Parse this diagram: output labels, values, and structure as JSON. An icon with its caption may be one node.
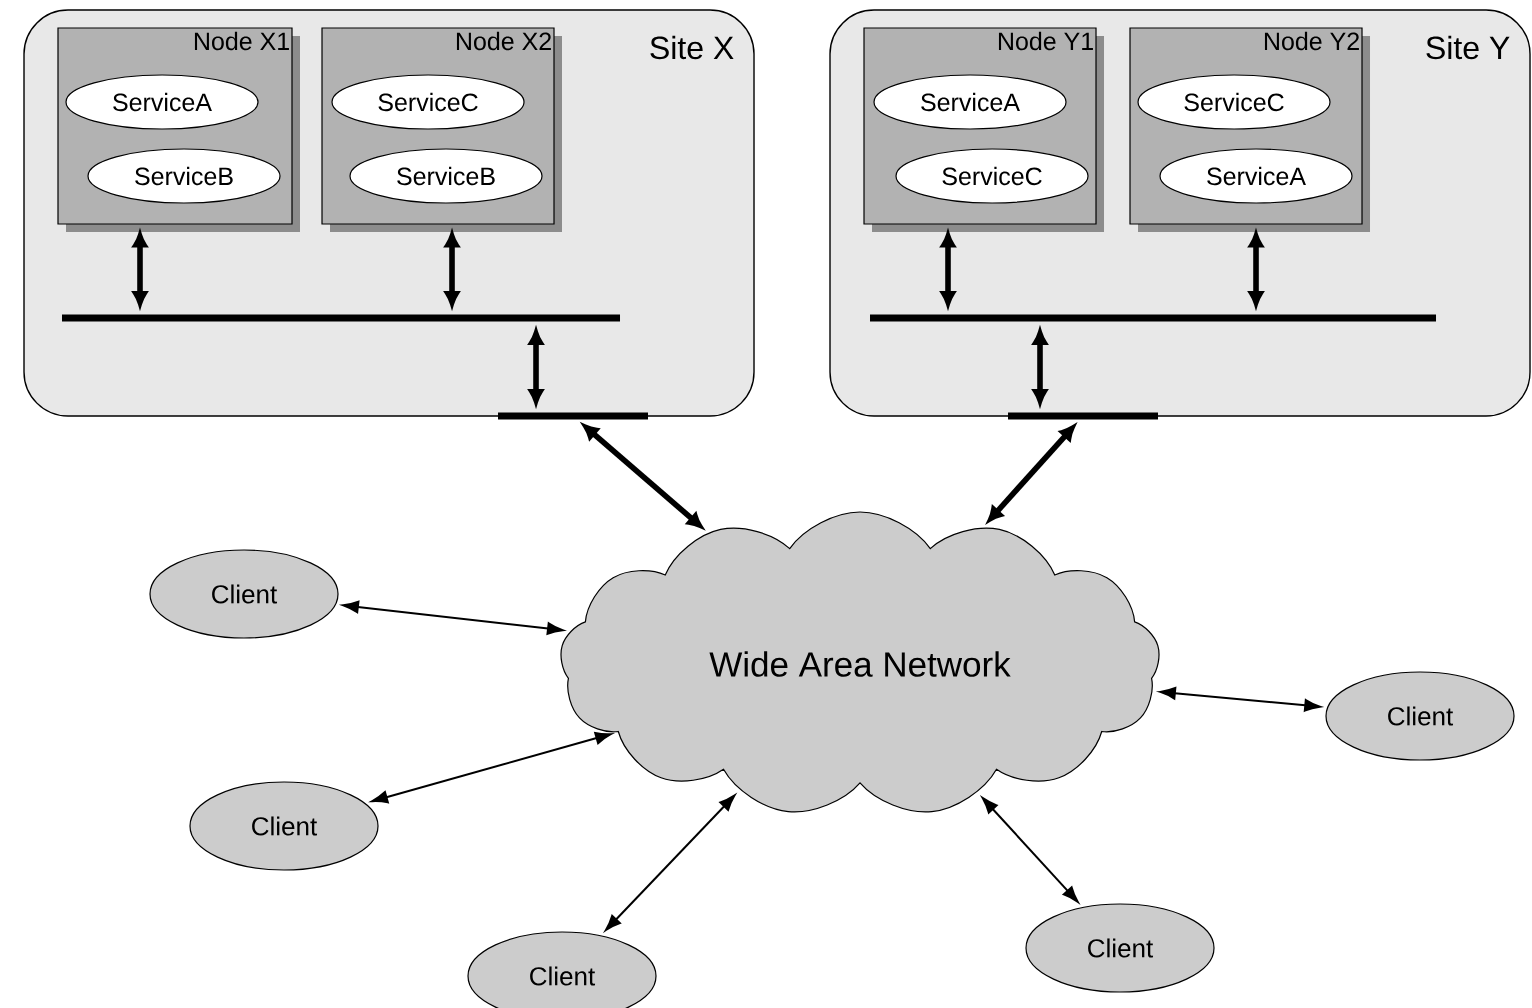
{
  "diagram": {
    "nodes": [
      {
        "text": [
          "Site X"
        ]
      },
      {
        "text": [
          "Node X1"
        ],
        "in": 0
      },
      {
        "text": [
          "ServiceA"
        ],
        "in": 1
      },
      {
        "text": [
          "ServiceB"
        ],
        "in": 1
      },
      {
        "text": [
          "Node X2"
        ],
        "in": 0
      },
      {
        "text": [
          "ServiceC"
        ],
        "in": 4
      },
      {
        "text": [
          "ServiceB"
        ],
        "in": 4
      },
      {
        "text": [],
        "shape": "bar",
        "in": 0
      },
      {
        "text": [],
        "shape": "bar"
      },
      {
        "text": [
          "Site Y"
        ]
      },
      {
        "text": [
          "Node Y1"
        ],
        "in": 9
      },
      {
        "text": [
          "ServiceA"
        ],
        "in": 10
      },
      {
        "text": [
          "ServiceC"
        ],
        "in": 10
      },
      {
        "text": [
          "Node Y2"
        ],
        "in": 9
      },
      {
        "text": [
          "ServiceC"
        ],
        "in": 13
      },
      {
        "text": [
          "ServiceA"
        ],
        "in": 13
      },
      {
        "text": [],
        "shape": "bar",
        "in": 9
      },
      {
        "text": [],
        "shape": "bar"
      },
      {
        "text": [
          "Wide Area Network"
        ]
      },
      {
        "text": [
          "Client"
        ]
      },
      {
        "text": [
          "Client"
        ]
      },
      {
        "text": [
          "Client"
        ]
      },
      {
        "text": [
          "Client"
        ]
      },
      {
        "text": [
          "Client"
        ]
      }
    ],
    "edges": [
      {
        "from": 1,
        "to": 7,
        "arrow": "both"
      },
      {
        "from": 4,
        "to": 7,
        "arrow": "both"
      },
      {
        "from": 7,
        "to": 8,
        "arrow": "both"
      },
      {
        "from": 8,
        "to": 18,
        "arrow": "both"
      },
      {
        "from": 10,
        "to": 16,
        "arrow": "both"
      },
      {
        "from": 13,
        "to": 16,
        "arrow": "both"
      },
      {
        "from": 16,
        "to": 17,
        "arrow": "both"
      },
      {
        "from": 17,
        "to": 18,
        "arrow": "both"
      },
      {
        "from": 19,
        "to": 18,
        "arrow": "both"
      },
      {
        "from": 20,
        "to": 18,
        "arrow": "both"
      },
      {
        "from": 21,
        "to": 18,
        "arrow": "both"
      },
      {
        "from": 22,
        "to": 18,
        "arrow": "both"
      },
      {
        "from": 23,
        "to": 18,
        "arrow": "both"
      }
    ]
  }
}
